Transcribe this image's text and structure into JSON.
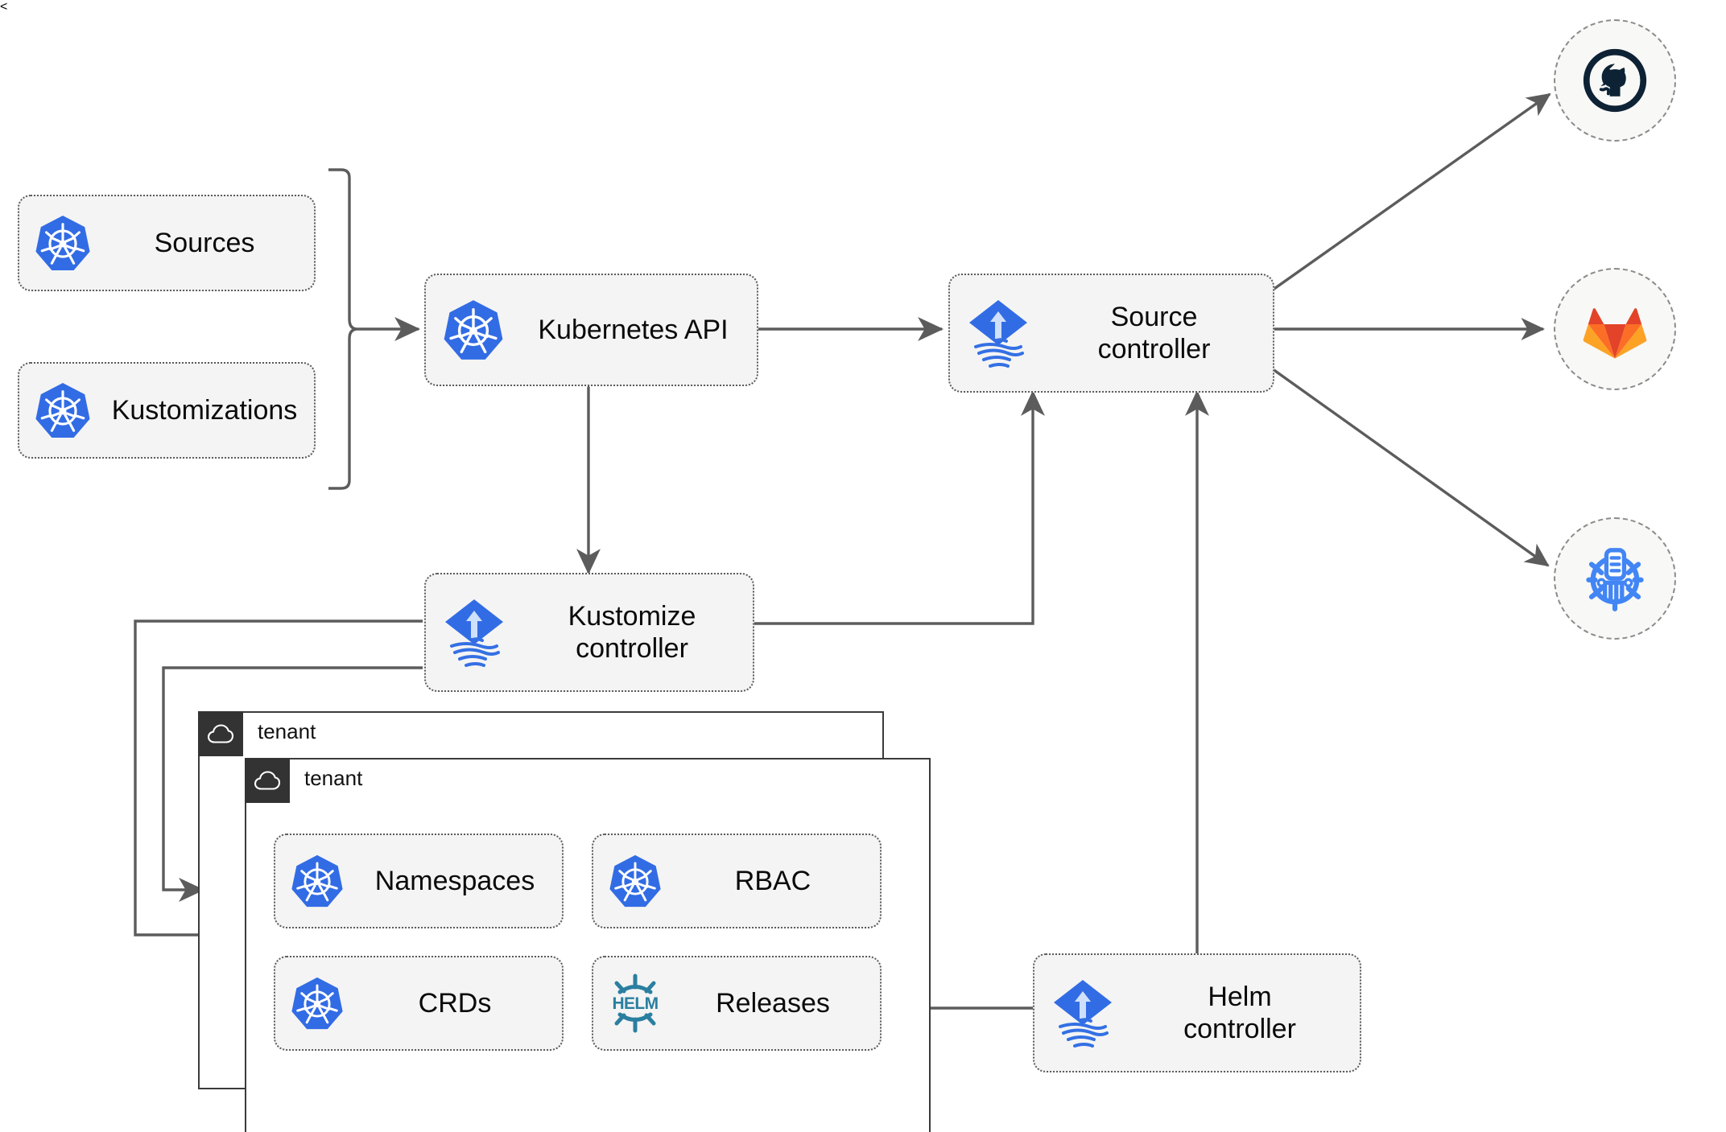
{
  "diagram": {
    "title": "Flux GitOps architecture",
    "colors": {
      "kubernetes_blue": "#326ce5",
      "flux_blue": "#326ce5",
      "helm_teal": "#277a9f",
      "github_navy": "#0d2235",
      "gitlab_orange": "#e24329",
      "gitlab_amber": "#fca326",
      "node_fill": "#f4f4f4",
      "node_border": "#5a5a5a",
      "wire": "#5c5c5c",
      "tenant_tab": "#333333",
      "tenant_border": "#3b3b3b"
    }
  },
  "resources": [
    {
      "id": "sources",
      "label": "Sources",
      "icon": "kubernetes-icon"
    },
    {
      "id": "kustomizations",
      "label": "Kustomizations",
      "icon": "kubernetes-icon"
    }
  ],
  "controllers": [
    {
      "id": "kubernetes-api",
      "label": "Kubernetes API",
      "icon": "kubernetes-icon"
    },
    {
      "id": "source-controller",
      "label": "Source\ncontroller",
      "icon": "flux-icon"
    },
    {
      "id": "kustomize-controller",
      "label": "Kustomize\ncontroller",
      "icon": "flux-icon"
    },
    {
      "id": "helm-controller",
      "label": "Helm\ncontroller",
      "icon": "flux-icon"
    }
  ],
  "endpoints": [
    {
      "id": "github",
      "label": "github-icon",
      "icon": "github-icon"
    },
    {
      "id": "gitlab",
      "label": "gitlab-icon",
      "icon": "gitlab-icon"
    },
    {
      "id": "helm-repo",
      "label": "helm-chart-repository-icon",
      "icon": "helm-repo-icon"
    }
  ],
  "tenants": [
    {
      "id": "tenant-back",
      "label": "tenant",
      "icon": "cloud-icon"
    },
    {
      "id": "tenant-front",
      "label": "tenant",
      "icon": "cloud-icon"
    }
  ],
  "tenant_resources": [
    {
      "id": "namespaces",
      "label": "Namespaces",
      "icon": "kubernetes-icon"
    },
    {
      "id": "rbac",
      "label": "RBAC",
      "icon": "kubernetes-icon"
    },
    {
      "id": "crds",
      "label": "CRDs",
      "icon": "kubernetes-icon"
    },
    {
      "id": "releases",
      "label": "Releases",
      "icon": "helm-icon"
    }
  ]
}
